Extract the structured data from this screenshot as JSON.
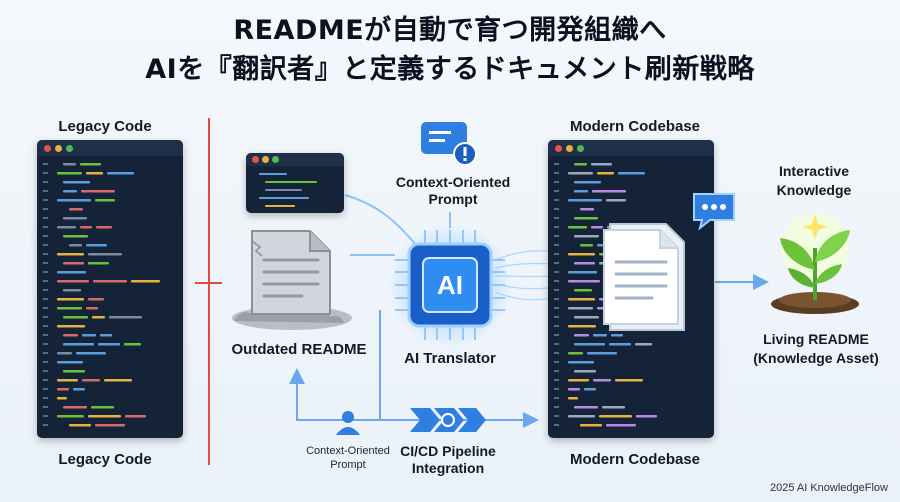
{
  "title": {
    "line1": "READMEが自動で育つ開発組織へ",
    "line2": "AIを『翻訳者』と定義するドキュメント刷新戦略"
  },
  "legacy": {
    "label_top": "Legacy Code",
    "label_bottom": "Legacy Code"
  },
  "outdated": {
    "label": "Outdated README"
  },
  "prompt_top": {
    "line1": "Context-Oriented",
    "line2": "Prompt"
  },
  "prompt_bottom": {
    "line1": "Context-Oriented",
    "line2": "Prompt"
  },
  "ai": {
    "chip_text": "AI",
    "label": "AI Translator"
  },
  "pipeline": {
    "line1": "CI/CD Pipeline",
    "line2": "Integration"
  },
  "modern": {
    "label_top": "Modern Codebase",
    "label_bottom": "Modern Codebase"
  },
  "knowledge": {
    "line1": "Interactive",
    "line2": "Knowledge"
  },
  "living": {
    "line1": "Living README",
    "line2": "(Knowledge Asset)"
  },
  "credit": "2025 AI KnowledgeFlow",
  "colors": {
    "accent": "#2f7fe0",
    "warning_line": "#e14a48",
    "code_bg": "#152338",
    "leaf": "#6cc13a"
  }
}
